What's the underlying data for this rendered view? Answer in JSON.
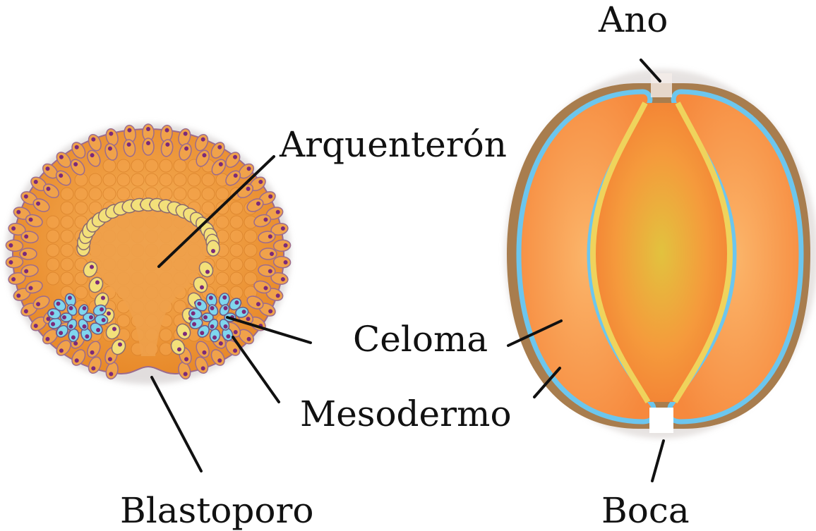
{
  "labels": {
    "arquenteron": "Arquenterón",
    "celoma": "Celoma",
    "mesodermo": "Mesodermo",
    "blastoporo": "Blastoporo",
    "ano": "Ano",
    "boca": "Boca"
  },
  "colors": {
    "ectoderm": "#f0a24a",
    "ectoderm_outline": "#9b6b8e",
    "nucleus": "#7b2a7a",
    "endoderm": "#f3e07a",
    "mesoderm": "#7fd6ee",
    "interior": "#f29a3a",
    "embryo_wall": "#a87d4e",
    "mesoderm_line": "#6cc6ee",
    "endoderm_line": "#efd35c",
    "gut": "#f58a3c"
  }
}
